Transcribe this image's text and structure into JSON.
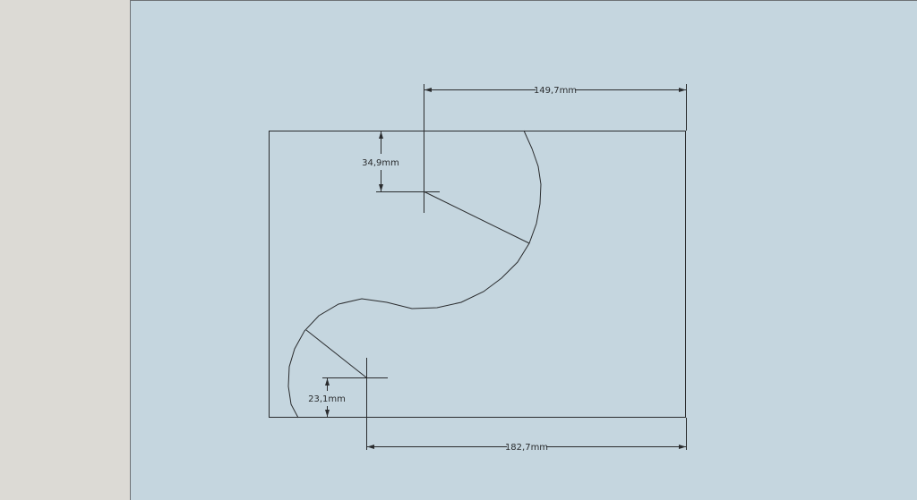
{
  "colors": {
    "panel_background": "#dcdad5",
    "viewport_background": "#c5d6df",
    "line": "#2a2c2e"
  },
  "dimensions": {
    "top_width": "149,7mm",
    "bottom_width": "182,7mm",
    "upper_offset": "34,9mm",
    "lower_offset": "23,1mm"
  }
}
